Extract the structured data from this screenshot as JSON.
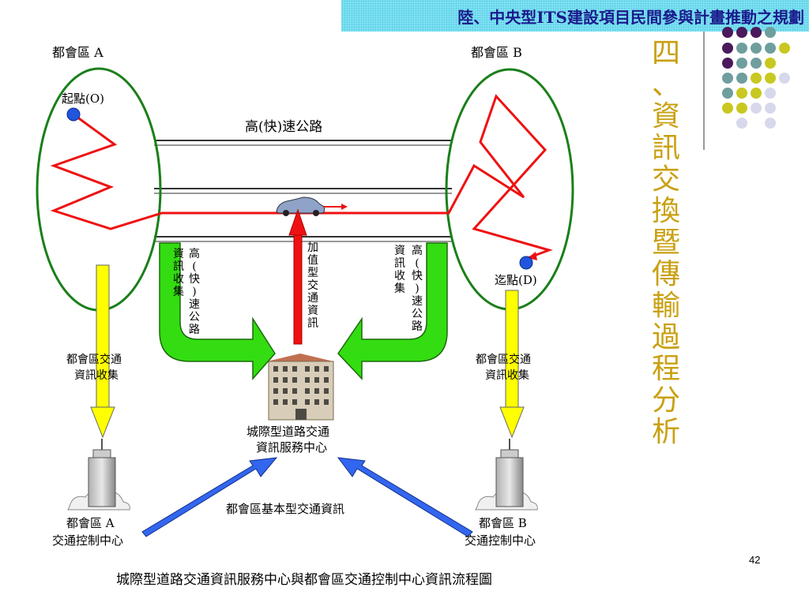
{
  "header": {
    "title": "陸、中央型ITS建設項目民間參與計畫推動之規劃"
  },
  "side_title": "四、資訊交換暨傳輸過程分析",
  "diagram": {
    "metro_a_label": "都會區 A",
    "metro_b_label": "都會區 B",
    "origin_label": "起點(O)",
    "dest_label": "迄點(D)",
    "highway_label": "高(快)速公路",
    "hw_info_left_col1": "資訊收集",
    "hw_info_left_col2": "高(快)速公路",
    "value_added_label": "加值型交通資訊",
    "hw_info_right_col1": "資訊收集",
    "hw_info_right_col2": "高(快)速公路",
    "metro_info_a_line1": "都會區交通",
    "metro_info_a_line2": "資訊收集",
    "metro_info_b_line1": "都會區交通",
    "metro_info_b_line2": "資訊收集",
    "center_line1": "城際型道路交通",
    "center_line2": "資訊服務中心",
    "basic_info_label": "都會區基本型交通資訊",
    "control_a_line1": "都會區 A",
    "control_a_line2": "交通控制中心",
    "control_b_line1": "都會區 B",
    "control_b_line2": "交通控制中心"
  },
  "caption": "城際型道路交通資訊服務中心與都會區交通控制中心資訊流程圖",
  "page_number": "42",
  "colors": {
    "ellipse_stroke": "#1a7f1a",
    "route": "#ee1111",
    "origin_dot": "#2255dd",
    "green_arrow": "#33dd11",
    "yellow_arrow": "#ffff00",
    "blue_arrow": "#3366ee",
    "side_title": "#c9a010"
  }
}
